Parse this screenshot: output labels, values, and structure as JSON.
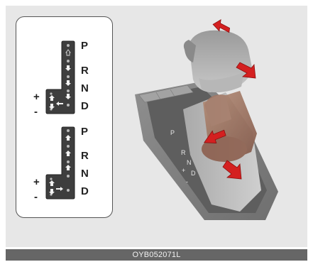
{
  "upper_pattern": {
    "positions": [
      "P",
      "R",
      "N",
      "D"
    ],
    "manual": {
      "plus": "+",
      "minus": "-"
    }
  },
  "lower_pattern": {
    "positions": [
      "P",
      "R",
      "N",
      "D"
    ],
    "manual": {
      "plus": "+",
      "minus": "-"
    }
  },
  "console_markings": [
    "P",
    "R",
    "N",
    "D",
    "+",
    "-"
  ],
  "figure_code": "OYB052071L",
  "colors": {
    "background": "#e7e7e7",
    "plate": "#3e3e3e",
    "arrow": "#d42020",
    "caption_bar": "#666666"
  },
  "icons": [
    "lock-button-icon",
    "shift-arrow-icon"
  ]
}
